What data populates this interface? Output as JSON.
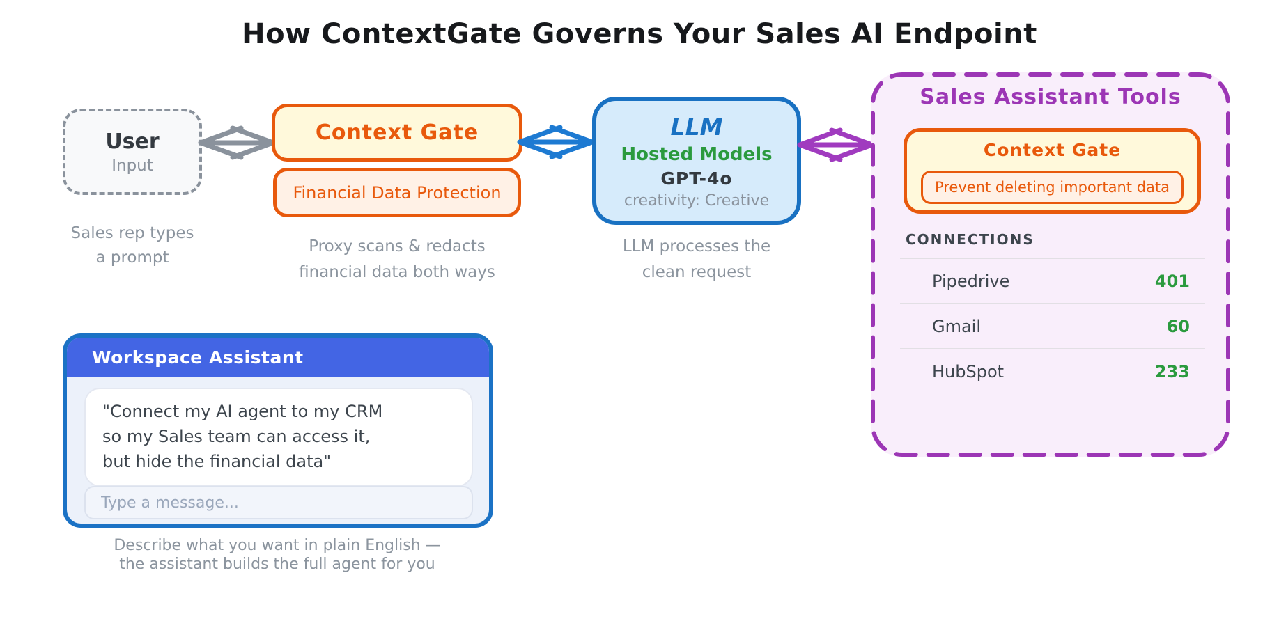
{
  "title": "How ContextGate Governs Your Sales AI Endpoint",
  "colors": {
    "accent-orange": "#e8590c",
    "fill-yellow": "#fff9db",
    "fill-peach": "#fff1e6",
    "accent-blue": "#1971c2",
    "fill-lightblue": "#d6ebfb",
    "accent-green": "#2b9a3e",
    "accent-purple": "#9c36b5",
    "fill-lavender": "#f9eefb",
    "header-blue": "#4365e4"
  },
  "user_node": {
    "title": "User",
    "subtitle": "Input",
    "caption": "Sales rep types\na prompt"
  },
  "gate_node": {
    "title": "Context Gate",
    "rule": "Financial Data Protection",
    "caption": "Proxy scans & redacts\nfinancial data both ways"
  },
  "llm_node": {
    "title": "LLM",
    "provider": "Hosted Models",
    "model": "GPT-4o",
    "setting": "creativity: Creative",
    "caption": "LLM processes the\nclean request"
  },
  "tools_panel": {
    "title": "Sales Assistant Tools",
    "gate_title": "Context Gate",
    "gate_rule": "Prevent deleting important data",
    "connections_label": "CONNECTIONS",
    "connections": [
      {
        "name": "Pipedrive",
        "count": "401"
      },
      {
        "name": "Gmail",
        "count": "60"
      },
      {
        "name": "HubSpot",
        "count": "233"
      }
    ]
  },
  "chat": {
    "title": "Workspace Assistant",
    "message": "\"Connect my AI agent to my CRM\nso my Sales team can access it,\nbut hide the financial data\"",
    "input_placeholder": "Type a message...",
    "caption": "Describe what you want in plain English —\nthe assistant builds the full agent for you"
  }
}
